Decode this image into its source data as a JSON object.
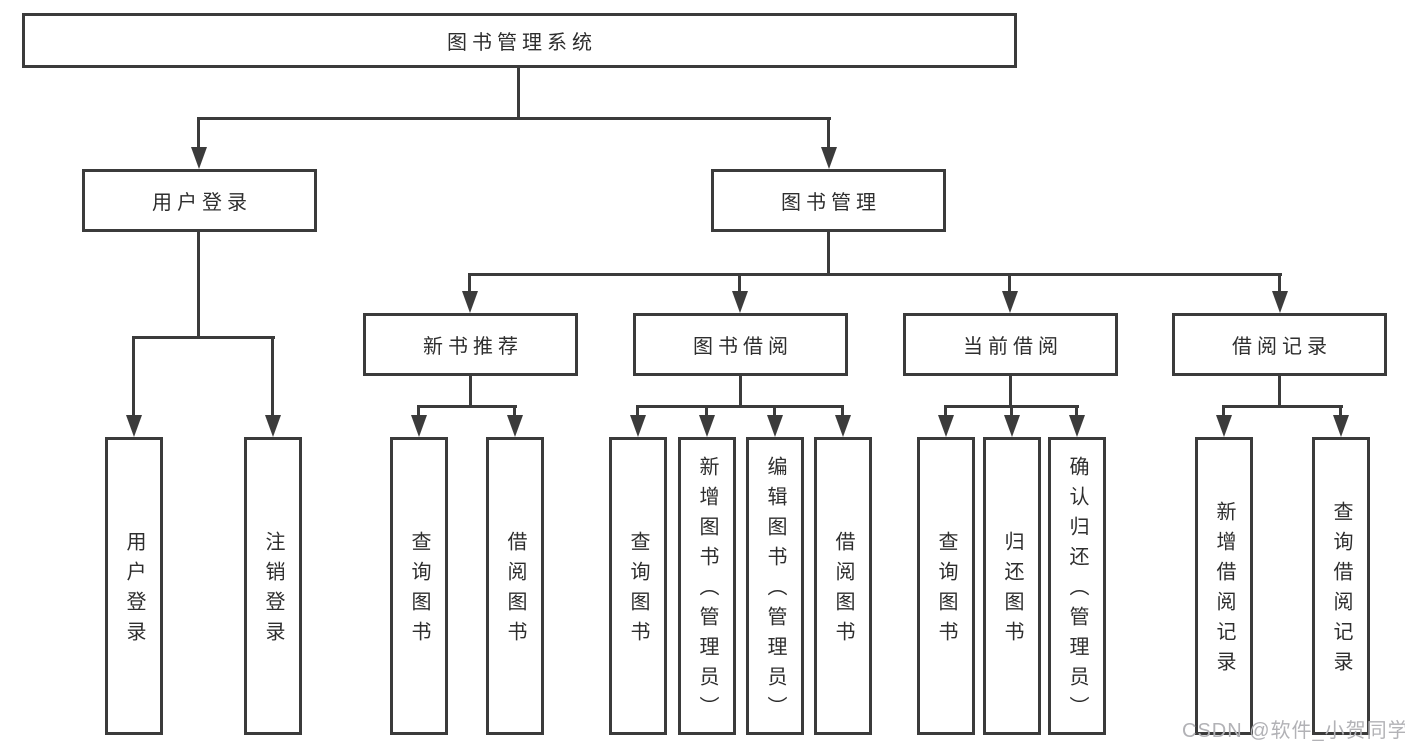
{
  "colors": {
    "line": "#3b3b3b",
    "box_border": "#3b3b3b",
    "text": "#2e2e2e",
    "background": "#ffffff",
    "watermark": "#b2b2b6"
  },
  "tree": {
    "label": "图书管理系统",
    "children": [
      {
        "label": "用户登录",
        "children": [
          {
            "label": "用户登录"
          },
          {
            "label": "注销登录"
          }
        ]
      },
      {
        "label": "图书管理",
        "children": [
          {
            "label": "新书推荐",
            "children": [
              {
                "label": "查询图书"
              },
              {
                "label": "借阅图书"
              }
            ]
          },
          {
            "label": "图书借阅",
            "children": [
              {
                "label": "查询图书"
              },
              {
                "label": "新增图书（管理员）"
              },
              {
                "label": "编辑图书（管理员）"
              },
              {
                "label": "借阅图书"
              }
            ]
          },
          {
            "label": "当前借阅",
            "children": [
              {
                "label": "查询图书"
              },
              {
                "label": "归还图书"
              },
              {
                "label": "确认归还（管理员）"
              }
            ]
          },
          {
            "label": "借阅记录",
            "children": [
              {
                "label": "新增借阅记录"
              },
              {
                "label": "查询借阅记录"
              }
            ]
          }
        ]
      }
    ]
  },
  "watermark": {
    "text": "CSDN @软件_小贺同学"
  }
}
